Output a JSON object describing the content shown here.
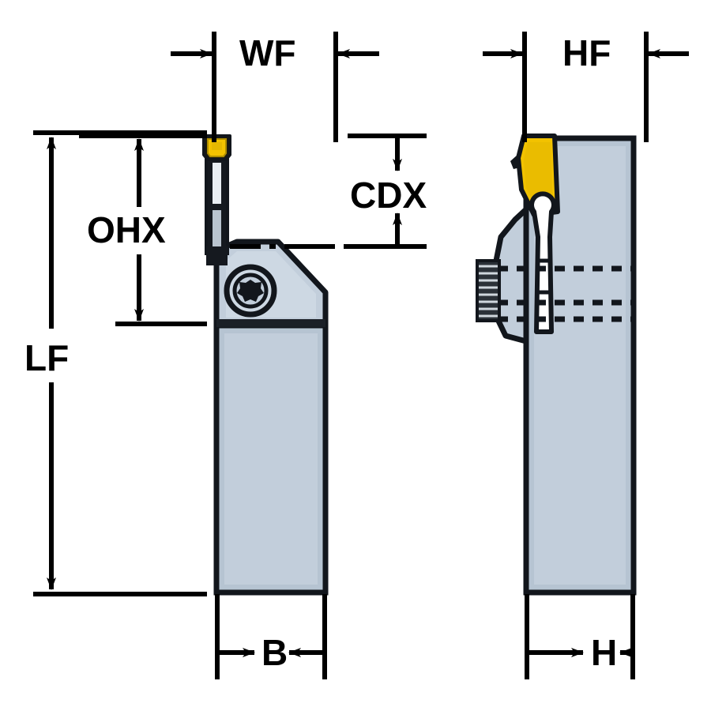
{
  "drawing": {
    "title": "Grooving / parting tool holder dimension diagram",
    "views": [
      {
        "name": "side-view",
        "position": "left"
      },
      {
        "name": "front-view",
        "position": "right"
      }
    ],
    "colors": {
      "shank_fill": "#b6c4d2",
      "shank_fill_light": "#c7d3de",
      "insert_fill": "#f2c200",
      "insert_fill_dark": "#c79a00",
      "outline": "#12161c",
      "background": "#ffffff",
      "dimension_line": "#000000"
    }
  },
  "dimensions": {
    "wf": {
      "label": "WF",
      "kind": "horizontal",
      "arrows": "outward",
      "view": "side-view"
    },
    "hf": {
      "label": "HF",
      "kind": "horizontal",
      "arrows": "outward",
      "view": "front-view"
    },
    "cdx": {
      "label": "CDX",
      "kind": "vertical",
      "arrows": "inward",
      "view": "side-view"
    },
    "ohx": {
      "label": "OHX",
      "kind": "vertical",
      "arrows": "outward",
      "view": "side-view"
    },
    "lf": {
      "label": "LF",
      "kind": "vertical",
      "arrows": "outward",
      "view": "side-view"
    },
    "b": {
      "label": "B",
      "kind": "horizontal",
      "arrows": "inward",
      "view": "side-view"
    },
    "h": {
      "label": "H",
      "kind": "horizontal",
      "arrows": "inward",
      "view": "front-view"
    }
  },
  "features": {
    "insert_side": "cutting-insert",
    "insert_front": "cutting-insert",
    "blade": "parting-blade",
    "clamp_screw": "torx-screw",
    "set_screw": "knurled-set-screw",
    "centerline": "chain-dash-centerline",
    "hidden_threads": "dashed-hidden-lines",
    "shank": "tool-shank"
  }
}
